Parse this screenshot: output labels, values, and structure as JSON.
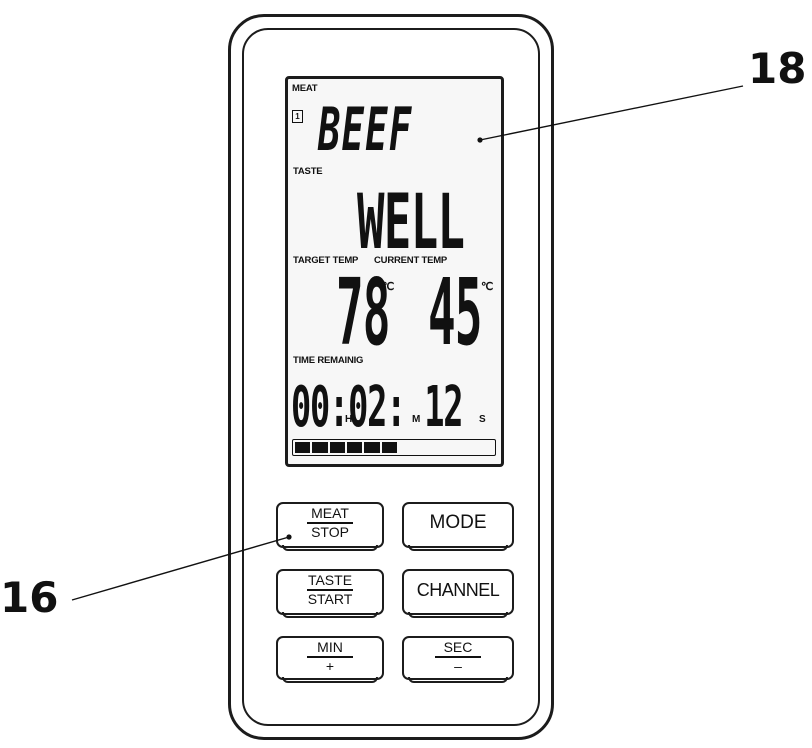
{
  "display": {
    "meat_label": "MEAT",
    "channel": "1",
    "meat_value": "BEEF",
    "taste_label": "TASTE",
    "taste_value": "WELL",
    "target_temp_label": "TARGET TEMP",
    "current_temp_label": "CURRENT TEMP",
    "target_temp_value": "78",
    "current_temp_value": "45",
    "temp_unit": "℃",
    "time_remaining_label": "TIME REMAINIG",
    "timer_value": "00:02: 12",
    "hour_unit": "H",
    "minute_unit": "M",
    "second_unit": "S",
    "progress_segments": 6
  },
  "buttons": {
    "meat_stop": {
      "top": "MEAT",
      "bottom": "STOP"
    },
    "mode": "MODE",
    "taste_start": {
      "top": "TASTE",
      "bottom": "START"
    },
    "channel": "CHANNEL",
    "min_plus": {
      "top": "MIN",
      "bottom": "+"
    },
    "sec_minus": {
      "top": "SEC",
      "bottom": "–"
    }
  },
  "callouts": {
    "display_label": "18",
    "button_label": "16"
  }
}
